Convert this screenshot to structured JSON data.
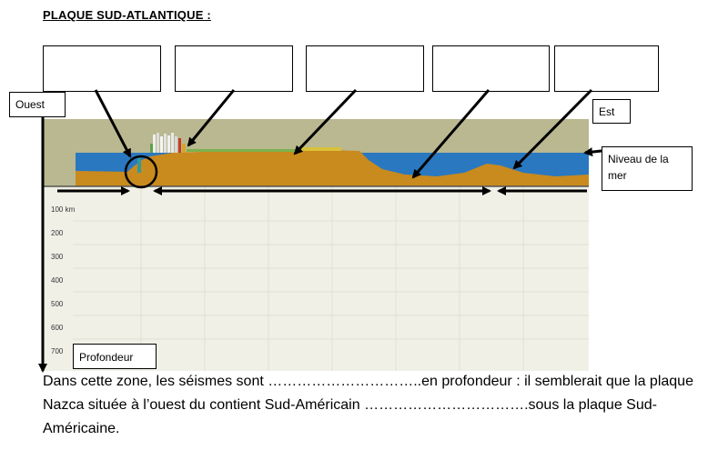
{
  "title": "PLAQUE SUD-ATLANTIQUE :",
  "labels": {
    "west": "Ouest",
    "east": "Est",
    "sea_level": "Niveau de la mer",
    "depth": "Profondeur"
  },
  "depth_ticks": [
    "100 km",
    "200",
    "300",
    "400",
    "500",
    "600",
    "700"
  ],
  "text": {
    "part1": "Dans cette zone, les séismes sont …………………………..en profondeur : il semblerait que la plaque Nazca située à l’ouest du contient Sud-Américain …………………………….sous la plaque Sud-Américaine."
  },
  "colors": {
    "crust": "#c98a1e",
    "ocean": "#2a78c0",
    "sky": "#b9b890",
    "depth_panel": "#f1f0e7"
  }
}
